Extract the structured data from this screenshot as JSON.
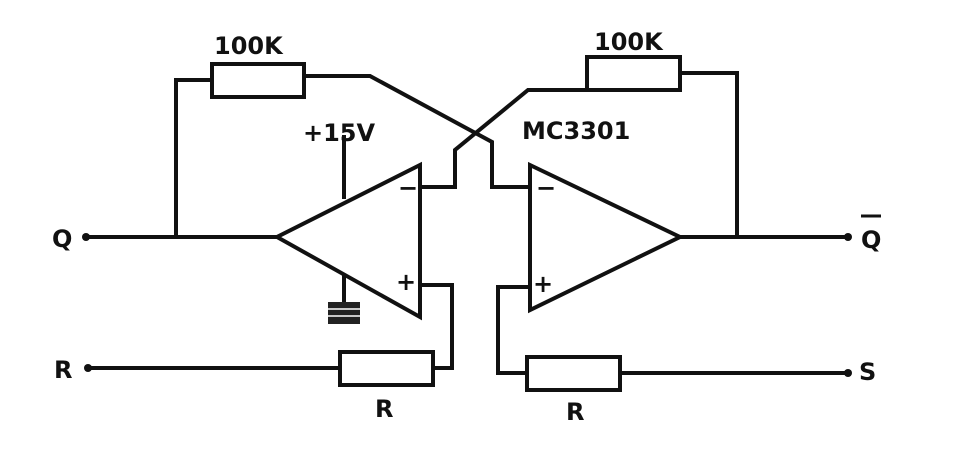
{
  "labels": {
    "resistor_top_left": "100K",
    "resistor_top_right": "100K",
    "supply": "+15V",
    "chip": "MC3301",
    "node_q": "Q",
    "node_q_bar": "Q",
    "node_r": "R",
    "node_s": "S",
    "resistor_bottom_left": "R",
    "resistor_bottom_right": "R",
    "minus_left": "−",
    "plus_left": "+",
    "minus_right": "−",
    "plus_right": "+"
  }
}
